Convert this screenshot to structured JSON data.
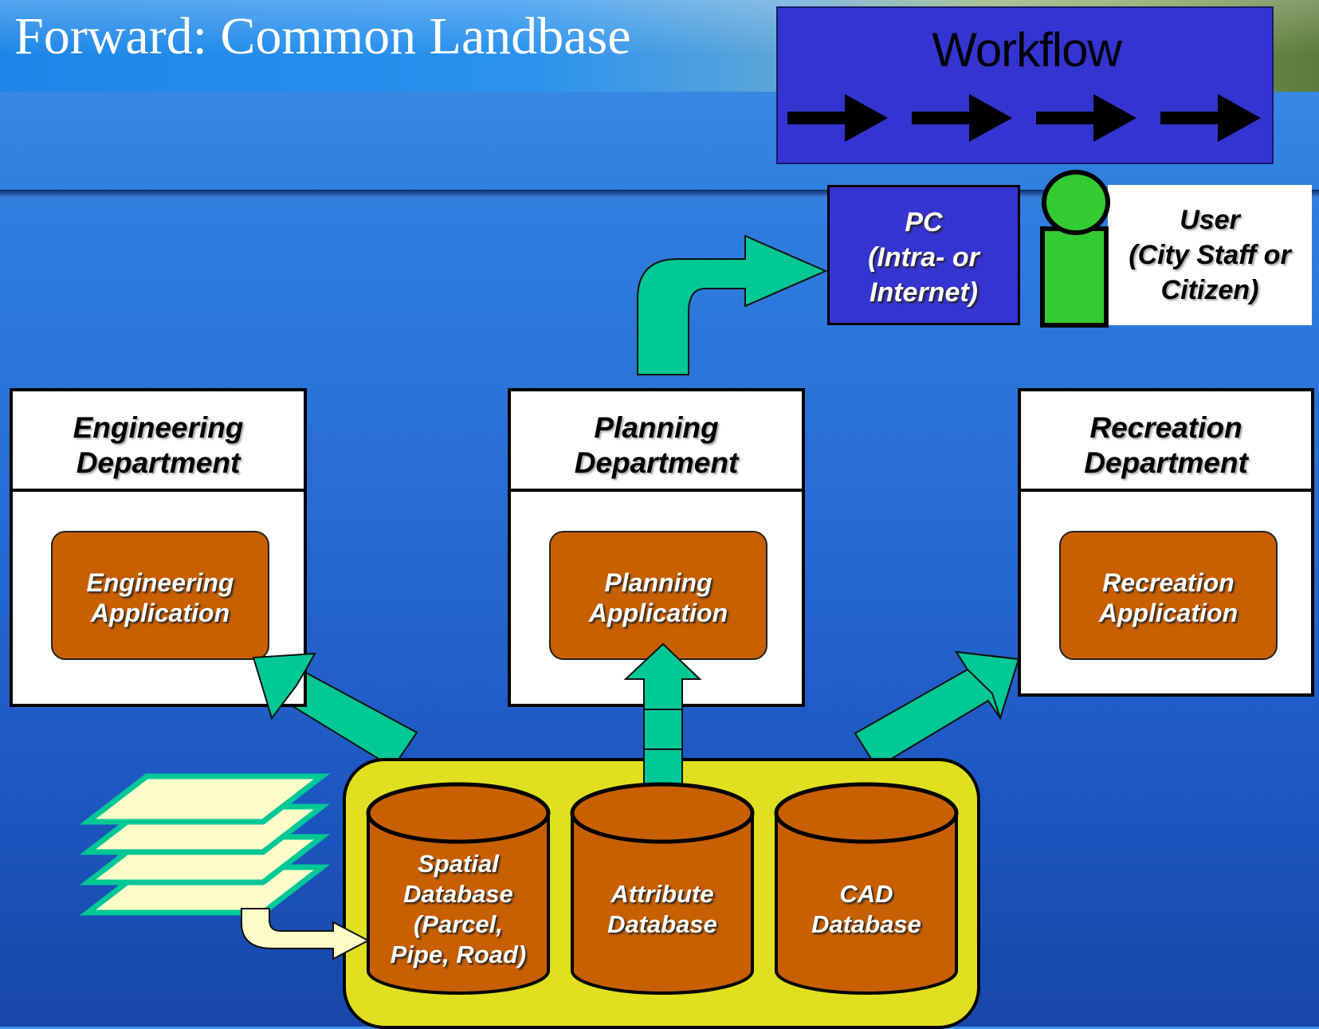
{
  "title": "Forward: Common Landbase",
  "workflow": {
    "title": "Workflow"
  },
  "pc": {
    "lines": [
      "PC",
      "(Intra- or",
      "Internet)"
    ]
  },
  "user": {
    "lines": [
      "User",
      "(City Staff or",
      "Citizen)"
    ]
  },
  "departments": [
    {
      "title_lines": [
        "Engineering",
        "Department"
      ],
      "app_lines": [
        "Engineering",
        "Application"
      ]
    },
    {
      "title_lines": [
        "Planning",
        "Department"
      ],
      "app_lines": [
        "Planning",
        "Application"
      ]
    },
    {
      "title_lines": [
        "Recreation",
        "Department"
      ],
      "app_lines": [
        "Recreation",
        "Application"
      ]
    }
  ],
  "databases": [
    {
      "lines": [
        "Spatial",
        "Database",
        "(Parcel,",
        "Pipe, Road)"
      ]
    },
    {
      "lines": [
        "Attribute",
        "Database"
      ]
    },
    {
      "lines": [
        "CAD",
        "Database"
      ]
    }
  ],
  "colors": {
    "arrow": "#00c896",
    "box_blue": "#3434d0",
    "app_orange": "#c85f00",
    "container_yellow": "#e0e020",
    "user_green": "#33cc33",
    "layer_fill": "#fffcc8"
  }
}
